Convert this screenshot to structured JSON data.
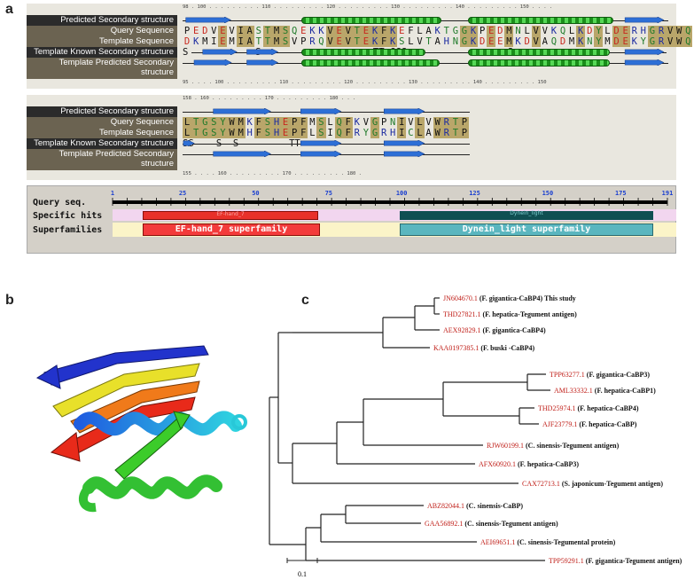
{
  "panels": {
    "a": "a",
    "b": "b",
    "c": "c"
  },
  "alignment": {
    "labels": {
      "pred_ss": "Predicted Secondary structure",
      "query": "Query Sequence",
      "template": "Template Sequence",
      "tmpl_known": "Template Known Secondary structure",
      "tmpl_pred": "Template Predicted Secondary structure"
    },
    "block1": {
      "ruler_top": "98 . 100 . . . . . . . . . 110 . . . . . . . . . 120 . . . . . . . . . 130 . . . . . . . . . 140 . . . . . . . . . 150 . . . .",
      "query": "PEDVEVIASTMSQEKKVEVTEKFKEFLAKTGGKPEDMNLVVKQLKDYLDERHGRVWQTLV",
      "template": "DKMIEMIATTMSVPRQVEVTEKFKSLVTAHNGKDEEMKDVAQDMKNYMDEKYGRVWQCVI",
      "known_ss": "S            S                    TT-GGG                  S",
      "ruler_bottom": "95 . . . . 100 . . . . . . . . . 110 . . . . . . . . . 120 . . . . . . . . . 130 . . . . . . . . . 140 . . . . . . . . . 150"
    },
    "block2": {
      "ruler_top": "158 . 160 . . . . . . . . . 170 . . . . . . . . . 180 . . .",
      "query": "LTGSYWMKFSHEPFMSLQFKVGPNIVLVWRTP",
      "template": "LTGSYWMHFSHEPFLSIQFRYGRHICLAWRTP",
      "known_ss": "SS    S  S         TT",
      "ruler_bottom": "155 . . . . 160 . . . . . . . . . 170 . . . . . . . . . 180 ."
    }
  },
  "cd_search": {
    "labels": {
      "query": "Query seq.",
      "specific": "Specific hits",
      "superfamilies": "Superfamilies"
    },
    "ticks": [
      "1",
      "25",
      "50",
      "75",
      "100",
      "125",
      "150",
      "175",
      "191"
    ],
    "hits": {
      "ef": "EF-hand_7",
      "dynein": "Dynein_light"
    },
    "superfamilies": {
      "ef": "EF-hand_7 superfamily",
      "dynein": "Dynein_light superfamily"
    },
    "colors": {
      "ef": "#e8302a",
      "dynein": "#2a8a8c"
    }
  },
  "tree": {
    "scale_label": "0.1",
    "leaves": [
      {
        "acc": "JN604670.1",
        "desc": "(F. gigantica-CaBP4)  This study"
      },
      {
        "acc": "THD27821.1",
        "desc": "(F. hepatica-Tegument antigen)"
      },
      {
        "acc": "AEX92829.1",
        "desc": "(F. gigantica-CaBP4)"
      },
      {
        "acc": "KAA0197385.1",
        "desc": "(F. buski -CaBP4)"
      },
      {
        "acc": "TPP63277.1",
        "desc": "(F. gigantica-CaBP3)"
      },
      {
        "acc": "AML33332.1",
        "desc": "(F. hepatica-CaBP1)"
      },
      {
        "acc": "THD25974.1",
        "desc": "(F. hepatica-CaBP4)"
      },
      {
        "acc": "AJF23779.1",
        "desc": "(F. hepatica-CaBP)"
      },
      {
        "acc": "RJW60199.1",
        "desc": "(C. sinensis-Tegument antigen)"
      },
      {
        "acc": "AFX60920.1",
        "desc": "(F. hepatica-CaBP3)"
      },
      {
        "acc": "CAX72713.1",
        "desc": "(S. japonicum-Tegument antigen)"
      },
      {
        "acc": "ABZ82044.1",
        "desc": "(C. sinensis-CaBP)"
      },
      {
        "acc": "GAA56892.1",
        "desc": "(C. sinensis-Tegument antigen)"
      },
      {
        "acc": "AEI69651.1",
        "desc": "(C. sinensis-Tegumental protein)"
      },
      {
        "acc": "TPP59291.1",
        "desc": "(F. gigantica-Tegument antigen)"
      }
    ]
  }
}
